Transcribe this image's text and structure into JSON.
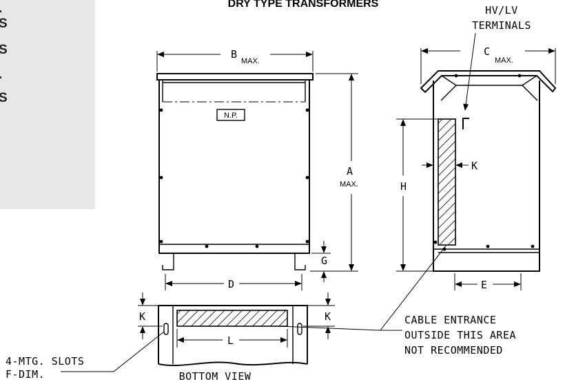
{
  "title": "DRY TYPE TRANSFORMERS",
  "side_panel_chars": [
    ".",
    "S",
    "S",
    ".",
    "S"
  ],
  "labels": {
    "b": "B",
    "b_max": "MAX.",
    "c": "C",
    "c_max": "MAX.",
    "a": "A",
    "a_max": "MAX.",
    "np": "N.P.",
    "h": "H",
    "k_side": "K",
    "g": "G",
    "d": "D",
    "e": "E",
    "k_left": "K",
    "k_right": "K",
    "l": "L"
  },
  "notes": {
    "terminals_line1": "HV/LV",
    "terminals_line2": "TERMINALS",
    "cable_line1": "CABLE ENTRANCE",
    "cable_line2": "OUTSIDE THIS AREA",
    "cable_line3": "NOT RECOMMENDED",
    "slots_line1": "4-MTG. SLOTS",
    "slots_line2": "F-DIM.",
    "bottom_view": "BOTTOM VIEW"
  }
}
